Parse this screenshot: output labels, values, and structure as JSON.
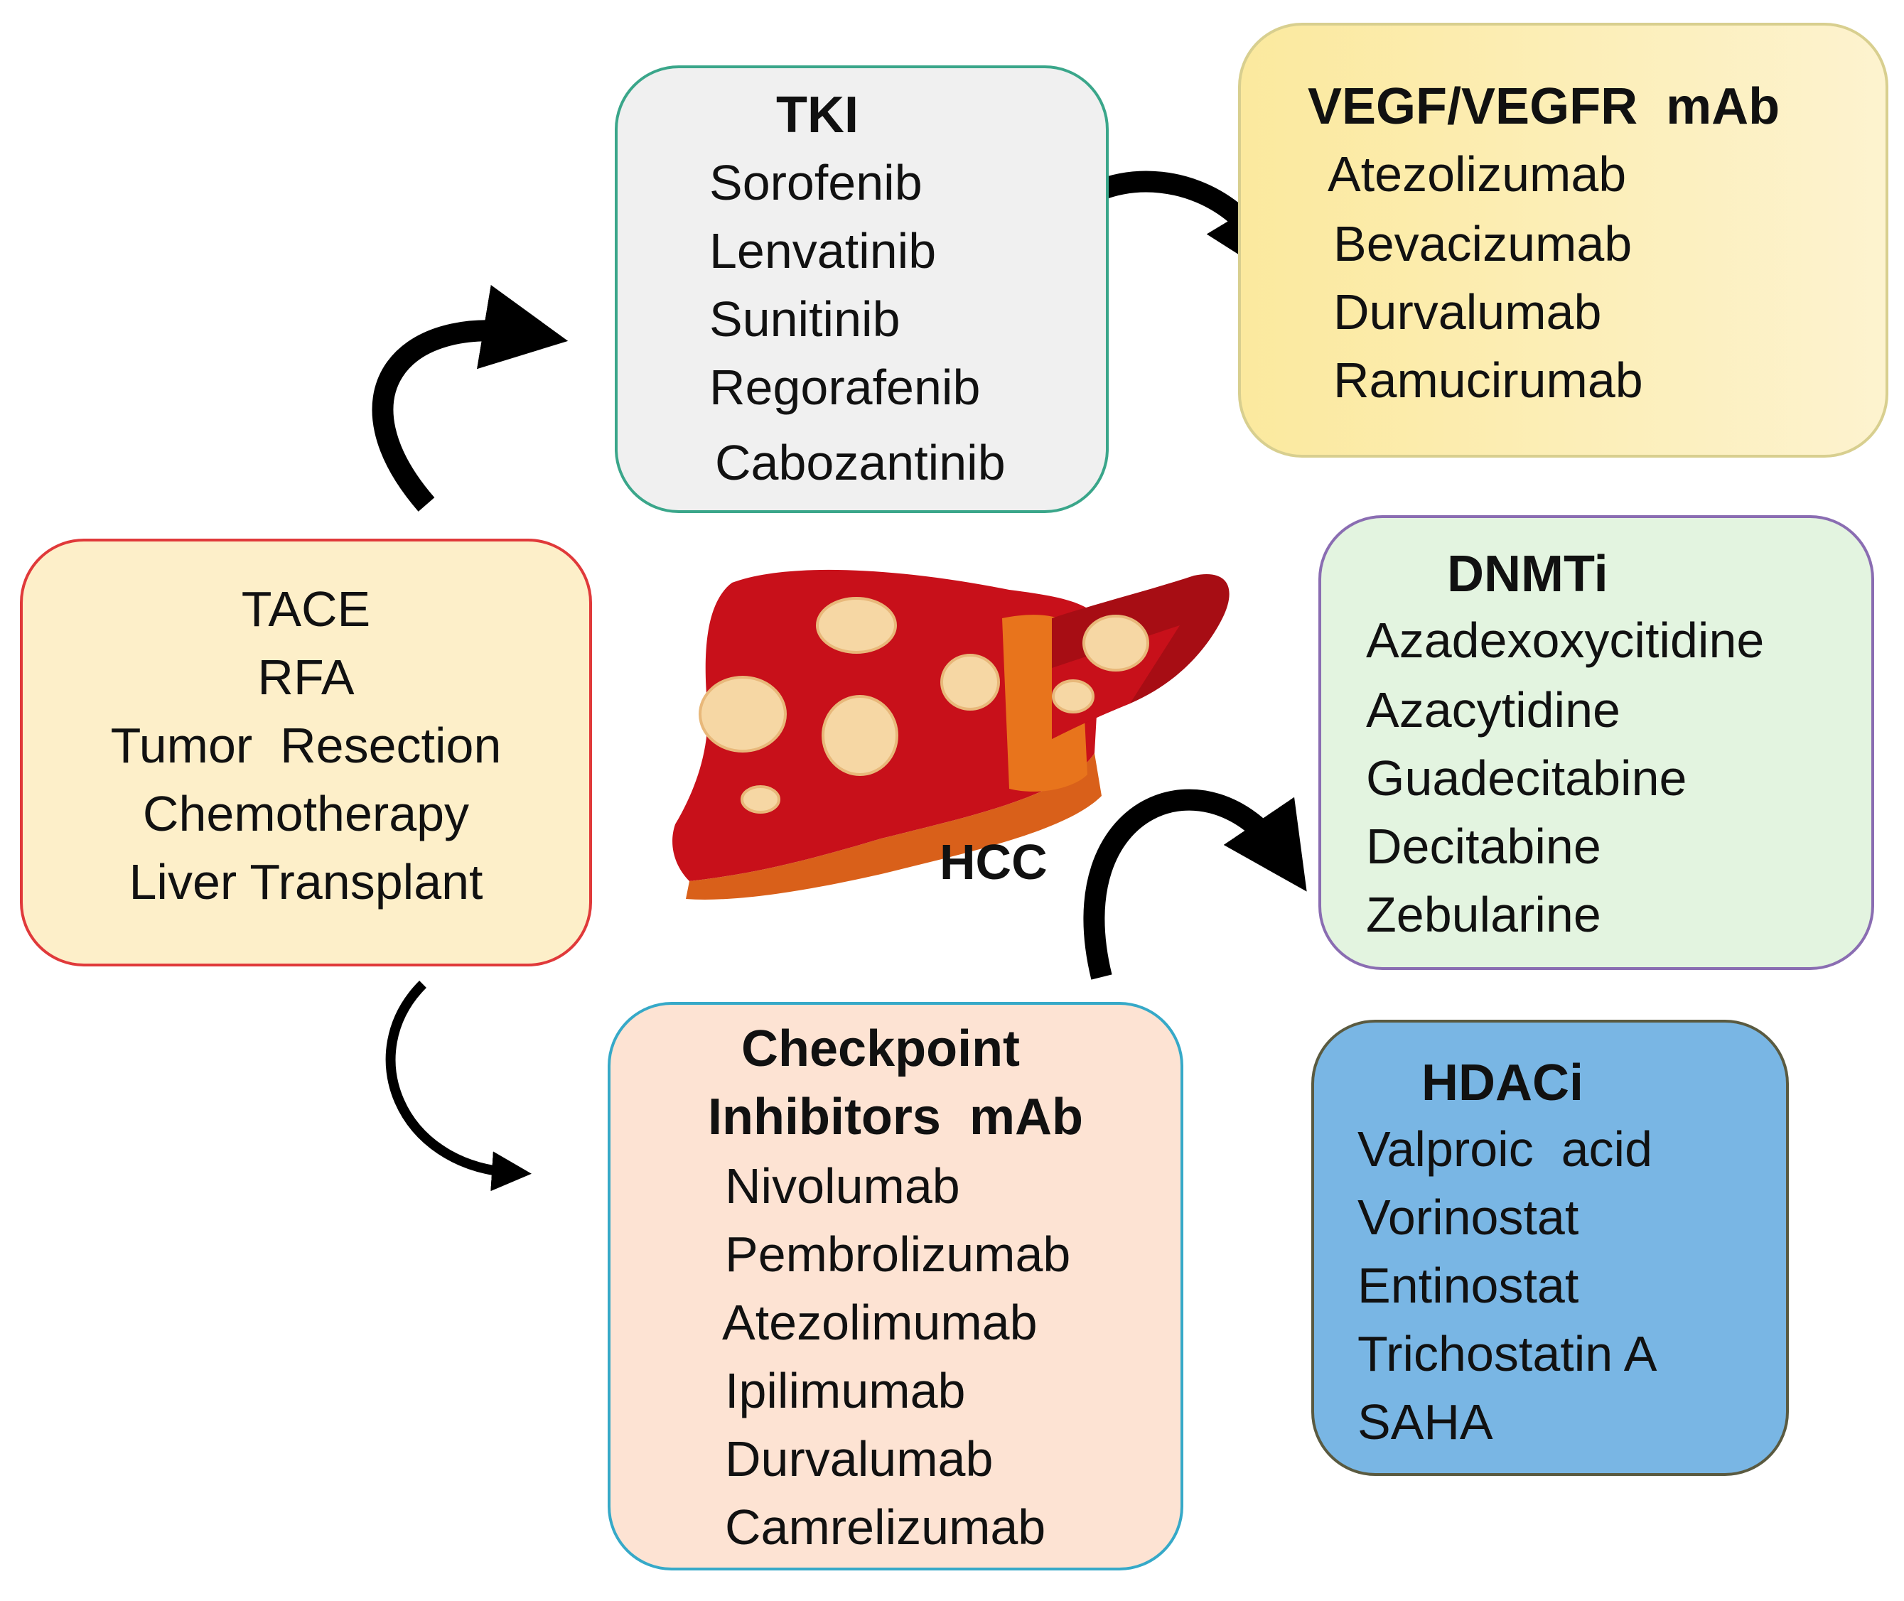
{
  "colors": {
    "tki_fill": "#f0f0f0",
    "tki_border": "#3aa68a",
    "vegf_fill": "#fbeeb0",
    "vegf_border": "#d8cf8f",
    "dnmt_fill": "#e3f4e0",
    "dnmt_border": "#8a6db2",
    "hdac_fill": "#79b6e4",
    "hdac_border": "#5a5a40",
    "checkpoint_fill": "#fde3d3",
    "checkpoint_border": "#36a9c8",
    "local_fill": "#fdefc9",
    "local_border": "#e0393a",
    "liver_red": "#c8101a",
    "liver_dark": "#7a0a0a",
    "liver_orange": "#e8741c",
    "tumor": "#f6d7a4",
    "arrow": "#000000"
  },
  "tki": {
    "title": "TKI",
    "items": [
      "Sorofenib",
      "Lenvatinib",
      "Sunitinib",
      "Regorafenib",
      "Cabozantinib"
    ]
  },
  "vegf": {
    "title": "VEGF/VEGFR  mAb",
    "items": [
      "Atezolizumab",
      "Bevacizumab",
      "Durvalumab",
      "Ramucirumab"
    ]
  },
  "dnmt": {
    "title": "DNMTi",
    "items": [
      "Azadexoxycitidine",
      "Azacytidine",
      "Guadecitabine",
      "Decitabine",
      "Zebularine"
    ]
  },
  "hdac": {
    "title": "HDACi",
    "items": [
      "Valproic  acid",
      "Vorinostat",
      "Entinostat",
      "Trichostatin A",
      "SAHA"
    ]
  },
  "checkpoint": {
    "title_line1": "Checkpoint",
    "title_line2": "Inhibitors  mAb",
    "items": [
      "Nivolumab",
      "Pembrolizumab",
      "Atezolimumab",
      "Ipilimumab",
      "Durvalumab",
      "Camrelizumab"
    ]
  },
  "local": {
    "items": [
      "TACE",
      "RFA",
      "Tumor  Resection",
      "Chemotherapy",
      "Liver Transplant"
    ]
  },
  "center": {
    "label": "HCC",
    "icon": "liver-icon"
  }
}
